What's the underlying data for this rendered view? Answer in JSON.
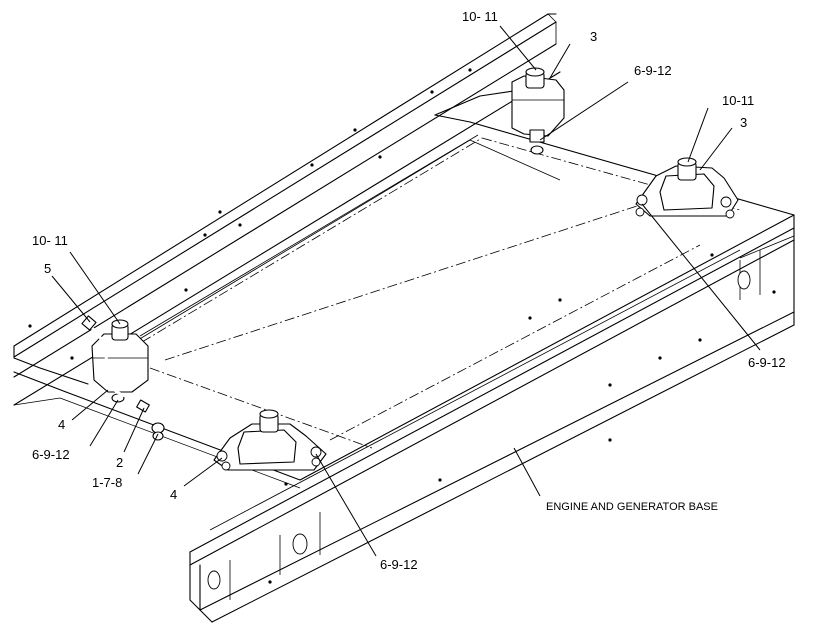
{
  "labels": [
    {
      "id": "c1",
      "text": "10- 11"
    },
    {
      "id": "c2",
      "text": "3"
    },
    {
      "id": "c3",
      "text": "6-9-12"
    },
    {
      "id": "c4",
      "text": "10-11"
    },
    {
      "id": "c5",
      "text": "3"
    },
    {
      "id": "c6",
      "text": "6-9-12"
    },
    {
      "id": "c7",
      "text": "10- 11"
    },
    {
      "id": "c8",
      "text": "5"
    },
    {
      "id": "c9",
      "text": "4"
    },
    {
      "id": "c10",
      "text": "6-9-12"
    },
    {
      "id": "c11",
      "text": "2"
    },
    {
      "id": "c12",
      "text": "1-7-8"
    },
    {
      "id": "c13",
      "text": "4"
    },
    {
      "id": "c14",
      "text": "6-9-12"
    }
  ],
  "base_label": "ENGINE AND GENERATOR BASE"
}
